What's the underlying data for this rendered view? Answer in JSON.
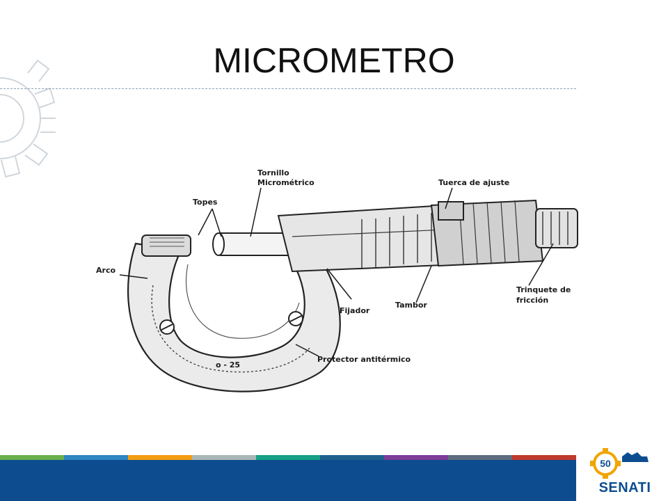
{
  "slide": {
    "title": "MICROMETRO"
  },
  "diagram": {
    "labels": {
      "tornillo_line1": "Tornillo",
      "tornillo_line2": "Micrométrico",
      "topes": "Topes",
      "tuerca": "Tuerca de ajuste",
      "arco": "Arco",
      "fijador": "Fijador",
      "tambor": "Tambor",
      "trinquete_line1": "Trinquete de",
      "trinquete_line2": "fricción",
      "protector": "Protector antitérmico",
      "frame_mark": "o - 25"
    }
  },
  "footer": {
    "logo_text": "SENATI",
    "logo_badge": "50",
    "stripe_colors": [
      "#6ab04c",
      "#2e86c1",
      "#f39c12",
      "#aab7b8",
      "#16a085",
      "#1f618d",
      "#7d3c98",
      "#5d6d7e",
      "#c0392b"
    ],
    "bar_color": "#0d4d8f"
  }
}
